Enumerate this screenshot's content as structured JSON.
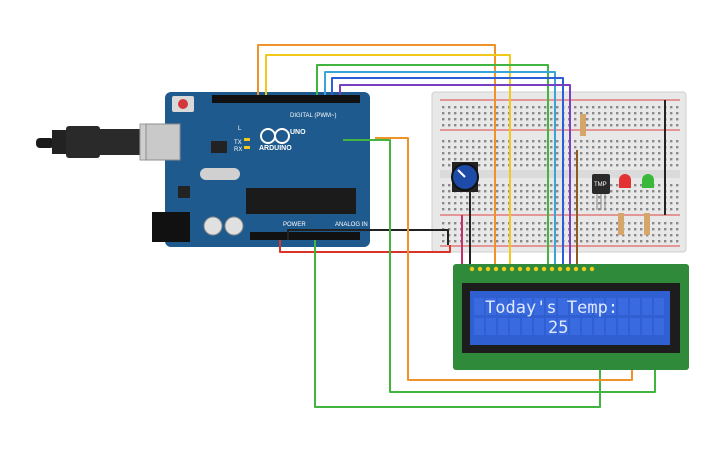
{
  "arduino": {
    "brand": "ARDUINO",
    "model": "UNO",
    "digital_label": "DIGITAL (PWM~)",
    "analog_label": "ANALOG IN",
    "power_label": "POWER",
    "led_l": "L",
    "led_tx": "TX",
    "led_rx": "RX"
  },
  "sensor": {
    "label": "TMP"
  },
  "lcd": {
    "line1": "Today's Temp:",
    "line2": "25"
  },
  "colors": {
    "board": "#1e5a8e",
    "breadboard": "#e8e8e8",
    "lcd_pcb": "#2f8a3a",
    "lcd_screen": "#2f5fd0",
    "wire_orange": "#f0922a",
    "wire_yellow": "#f2c81a",
    "wire_green": "#42b440",
    "wire_cyan": "#3aa3d8",
    "wire_blue": "#2a5fd8",
    "wire_purple": "#7a3fc0",
    "wire_red": "#d8342a",
    "wire_black": "#222222",
    "wire_brown": "#8a5a2a",
    "wire_magenta": "#c0306a"
  }
}
